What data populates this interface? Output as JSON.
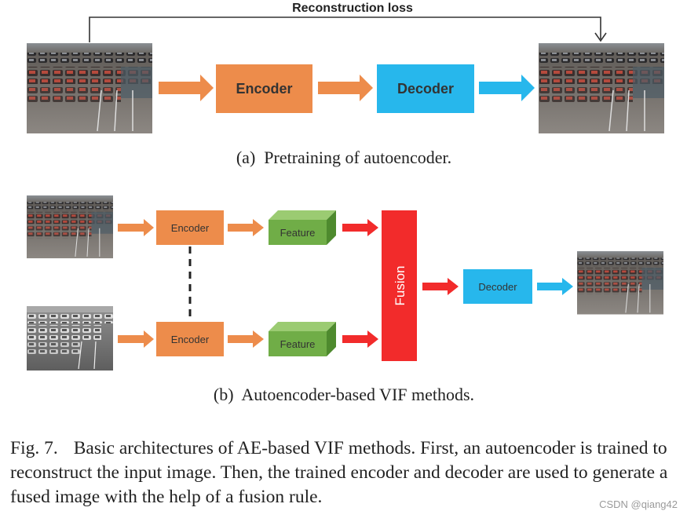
{
  "panel_a": {
    "loss_label": "Reconstruction loss",
    "encoder_label": "Encoder",
    "decoder_label": "Decoder",
    "subcaption": "(a)  Pretraining of autoencoder."
  },
  "panel_b": {
    "encoder_top_label": "Encoder",
    "encoder_bottom_label": "Encoder",
    "feature_top_label": "Feature",
    "feature_bottom_label": "Feature",
    "fusion_label": "Fusion",
    "decoder_label": "Decoder",
    "subcaption": "(b)  Autoencoder-based VIF methods."
  },
  "figure_caption": {
    "label": "Fig. 7.",
    "text": "Basic architectures of AE-based VIF methods. First, an autoencoder is trained to reconstruct the input image. Then, the trained encoder and decoder are used to generate a fused image with the help of a fusion rule."
  },
  "watermark": "CSDN @qiang42",
  "colors": {
    "encoder": "#ED8C4B",
    "decoder": "#27B7EC",
    "feature": "#70AD47",
    "feature_top": "#9BCB72",
    "feature_side": "#4E8A2E",
    "fusion": "#F22B2B",
    "fusion_arrow": "#F22B2B",
    "encoder_arrow": "#ED8C4B",
    "decoder_arrow": "#27B7EC"
  }
}
